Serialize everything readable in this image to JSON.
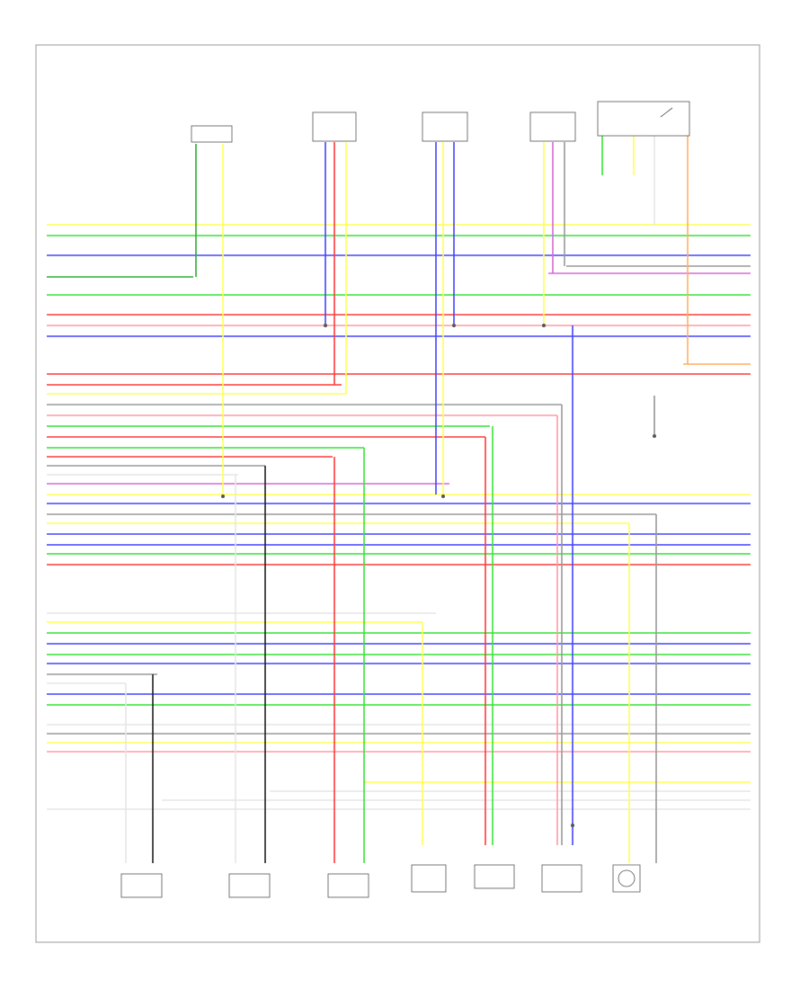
{
  "page_label": "",
  "colors": {
    "frame": "#9a9a9a",
    "text": "#333333",
    "wire_green": "#37e437",
    "wire_dkgreen": "#2fae2f",
    "wire_blue": "#4545ff",
    "wire_red": "#ff3b3b",
    "wire_yellow": "#ffff55",
    "wire_pink": "#ff9aa6",
    "wire_violet": "#d56bd5",
    "wire_orange": "#ffb060",
    "wire_gray": "#9a9a9a",
    "wire_black": "#222222",
    "wire_white": "#e6e6e6"
  },
  "top_components": [
    {
      "id": "c1",
      "label": ""
    },
    {
      "id": "c2",
      "label": ""
    },
    {
      "id": "c3",
      "label": ""
    },
    {
      "id": "c4",
      "label": ""
    },
    {
      "id": "c5",
      "label": ""
    }
  ],
  "bottom_components": [
    {
      "id": "b1",
      "label": ""
    },
    {
      "id": "b2",
      "label": ""
    },
    {
      "id": "b3",
      "label": ""
    },
    {
      "id": "b4",
      "label": ""
    },
    {
      "id": "b5",
      "label": ""
    },
    {
      "id": "b6",
      "label": ""
    },
    {
      "id": "b7",
      "label": ""
    }
  ],
  "icons": [
    "connector-icon",
    "sensor-icon",
    "ground-icon",
    "splice-icon"
  ]
}
